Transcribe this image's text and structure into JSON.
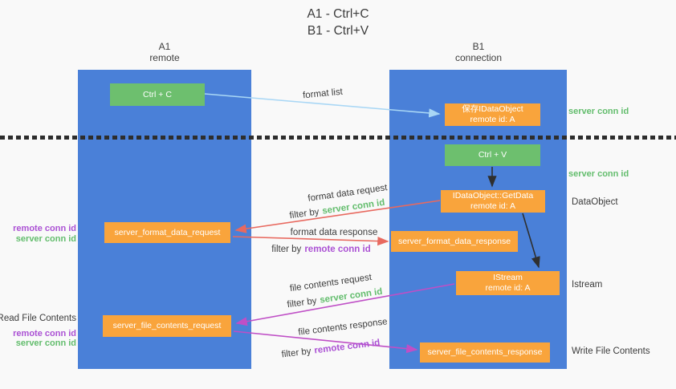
{
  "title": {
    "line1": "A1 - Ctrl+C",
    "line2": "B1 - Ctrl+V"
  },
  "lanes": {
    "left": {
      "title": "A1",
      "subtitle": "remote"
    },
    "right": {
      "title": "B1",
      "subtitle": "connection"
    }
  },
  "nodes": {
    "ctrl_c": {
      "label": "Ctrl + C"
    },
    "save_idataobject": {
      "line1": "保存IDataObject",
      "line2": "remote id: A"
    },
    "ctrl_v": {
      "label": "Ctrl + V"
    },
    "getdata": {
      "line1": "IDataObject::GetData",
      "line2": "remote id: A"
    },
    "format_request": {
      "label": "server_format_data_request"
    },
    "format_response": {
      "label": "server_format_data_response"
    },
    "istream": {
      "line1": "IStream",
      "line2": "remote id: A"
    },
    "file_request": {
      "label": "server_file_contents_request"
    },
    "file_response": {
      "label": "server_file_contents_response"
    }
  },
  "annotations": {
    "right": {
      "server_conn_id_top": "server conn id",
      "server_conn_id_mid": "server conn id",
      "dataobject": "DataObject",
      "istream": "Istream",
      "write_file_contents": "Write File Contents"
    },
    "left": {
      "remote_conn_id_top": "remote conn id",
      "server_conn_id_top": "server conn id",
      "read_file_contents": "Read File Contents",
      "remote_conn_id_bottom": "remote conn id",
      "server_conn_id_bottom": "server conn id"
    }
  },
  "arrow_labels": {
    "format_list": "format list",
    "format_data_request": "format data request",
    "format_data_response": "format data response",
    "file_contents_request": "file contents request",
    "file_contents_response": "file contents response",
    "filter_by": "filter by",
    "server_conn_id": "server conn id",
    "remote_conn_id": "remote conn id"
  },
  "colors": {
    "background": "#f9f9f9",
    "lane_blue": "#4a80d8",
    "node_green": "#6dbf6e",
    "node_orange": "#f9a43c",
    "arrow_lightblue": "#a9d7f5",
    "arrow_red": "#e8695f",
    "arrow_purple": "#bf4fc6",
    "arrow_black": "#2f2f2f",
    "text_green": "#63bd6d",
    "text_purple": "#ab51d4",
    "divider_black": "#2d2d2d"
  }
}
